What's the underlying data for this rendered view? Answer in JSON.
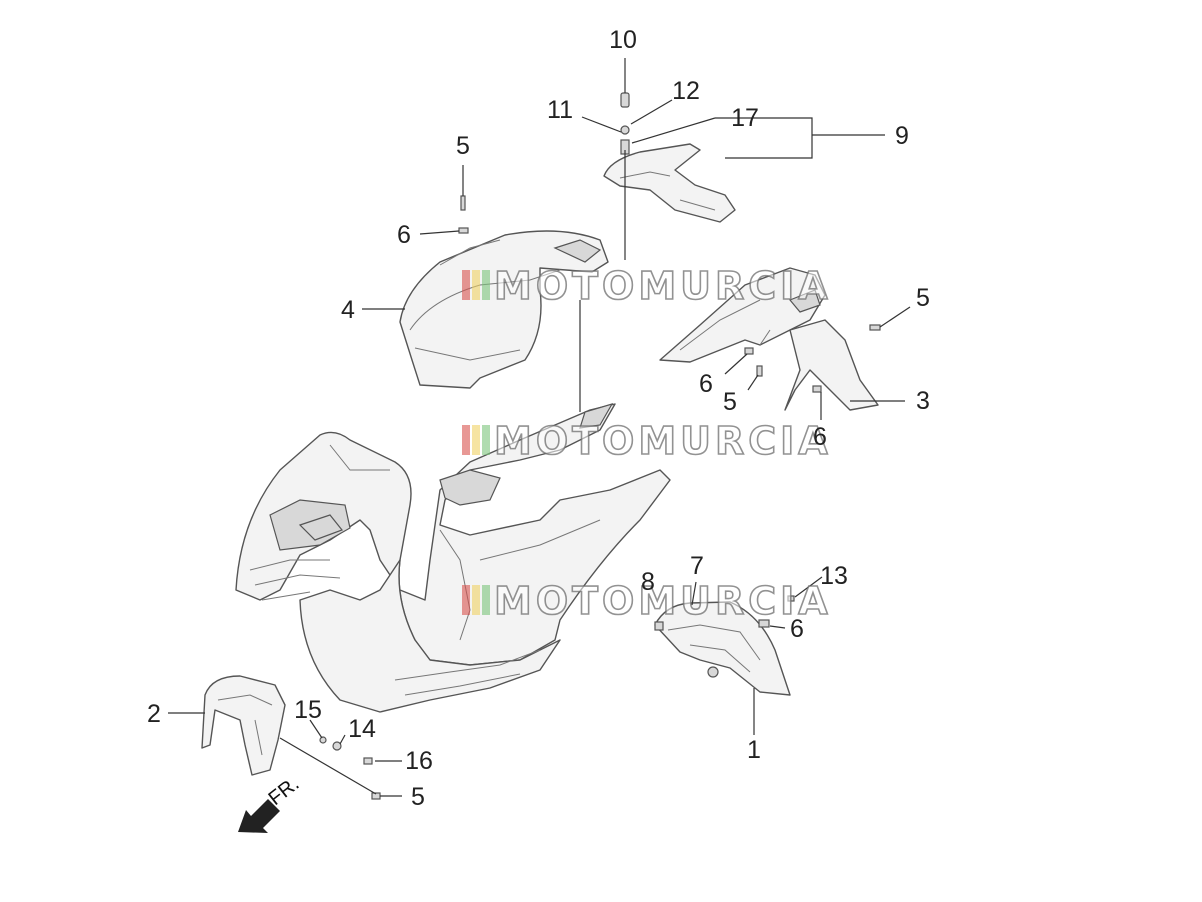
{
  "callouts": {
    "c1": "1",
    "c2": "2",
    "c3": "3",
    "c4": "4",
    "c5a": "5",
    "c5b": "5",
    "c5c": "5",
    "c5d": "5",
    "c6a": "6",
    "c6b": "6",
    "c6c": "6",
    "c6d": "6",
    "c7": "7",
    "c8": "8",
    "c9": "9",
    "c10": "10",
    "c11": "11",
    "c12": "12",
    "c13": "13",
    "c14": "14",
    "c15": "15",
    "c16": "16",
    "c17": "17"
  },
  "watermark": "MOTOMURCIA",
  "direction_label": "FR.",
  "colors": {
    "watermark_red": "#d9534f",
    "watermark_yellow": "#f0d264",
    "watermark_green": "#7cc47c",
    "line": "#333333"
  }
}
